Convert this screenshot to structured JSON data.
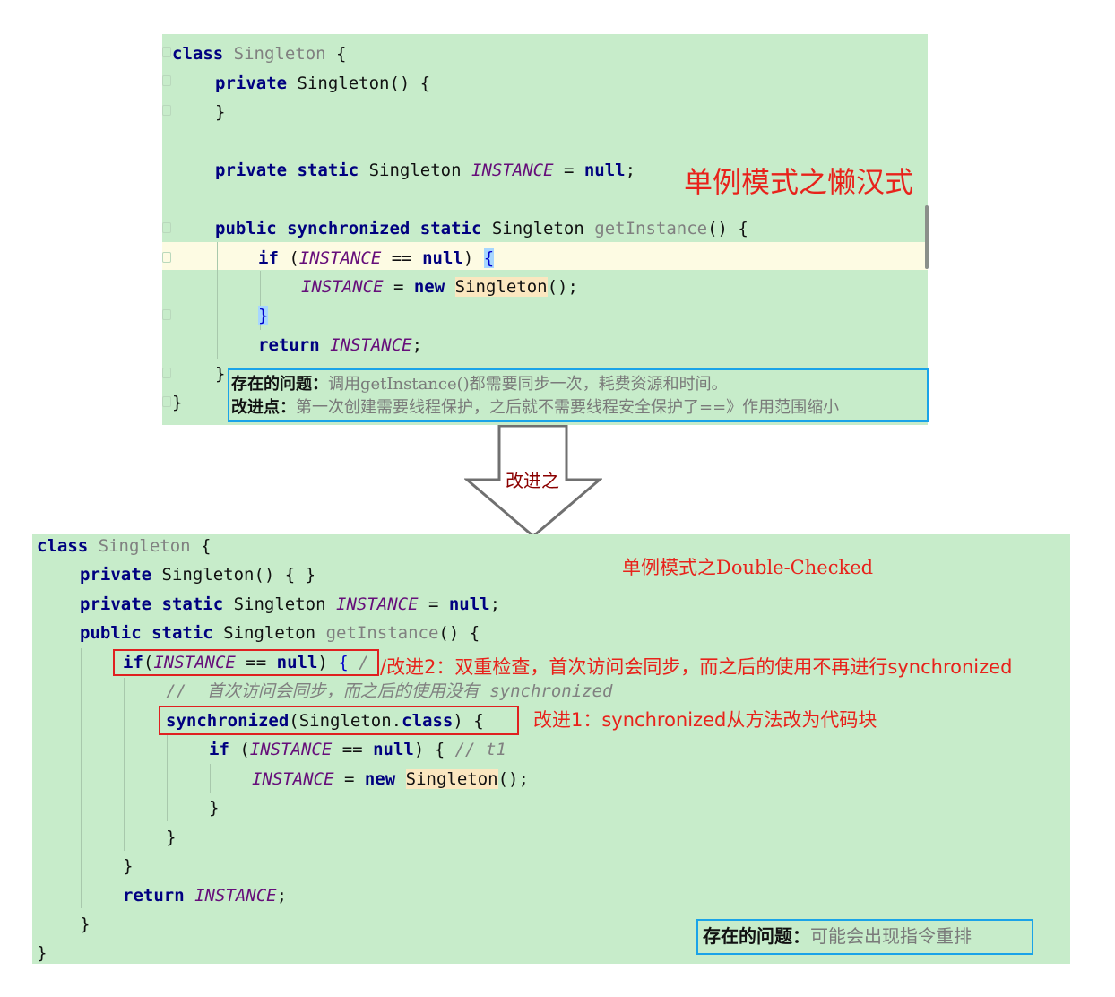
{
  "top_code": {
    "class_kw": "class",
    "class_name": "Singleton",
    "open_brace": " {",
    "private_kw": "private",
    "ctor_sig": " Singleton() {",
    "ctor_close": "}",
    "field_mods": "private static",
    "field_type": " Singleton ",
    "field_name": "INSTANCE",
    "field_eq": " = ",
    "field_null": "null",
    "semicolon": ";",
    "method_mods": "public synchronized static",
    "method_type": " Singleton ",
    "method_name": "getInstance",
    "method_paren": "() {",
    "if_kw": "if",
    "if_open": " (",
    "if_field": "INSTANCE",
    "if_eq": " == ",
    "if_null": "null",
    "if_close": ") ",
    "if_brace": "{",
    "assign_field": "INSTANCE",
    "assign_eq": " = ",
    "new_kw": "new",
    "new_ctor": "Singleton",
    "new_end": "();",
    "close_if": "}",
    "return_kw": "return",
    "return_field": "INSTANCE",
    "method_close": "}",
    "class_close": "}"
  },
  "top_title": "单例模式之懒汉式",
  "top_note": {
    "problem_label": "存在的问题：",
    "problem_text": "调用getInstance()都需要同步一次，耗费资源和时间。",
    "improve_label": "改进点：",
    "improve_text": "第一次创建需要线程保护，之后就不需要线程安全保护了==》作用范围缩小"
  },
  "arrow_label": "改进之",
  "bottom_title": "单例模式之Double-Checked",
  "bottom_code": {
    "class_kw": "class",
    "class_name": "Singleton",
    "open_brace": " {",
    "ctor_kw": "private",
    "ctor_sig": " Singleton() { }",
    "field_mods": "private static",
    "field_type": " Singleton ",
    "field_name": "INSTANCE",
    "field_eq": " = ",
    "field_null": "null",
    "semicolon": ";",
    "method_mods": "public static",
    "method_type": " Singleton ",
    "method_name": "getInstance",
    "method_paren": "() {",
    "if_kw": "if",
    "if_open": "(",
    "if_field": "INSTANCE",
    "if_eq": " == ",
    "if_null": "null",
    "if_close": ") ",
    "if_brace": "{ ",
    "if_comment_slash": "/",
    "comment_line": "//  首次访问会同步，而之后的使用没有 synchronized",
    "sync_kw": "synchronized",
    "sync_args": "(Singleton.",
    "sync_class_kw": "class",
    "sync_close": ") {",
    "inner_if_kw": "if",
    "inner_if_open": " (",
    "inner_if_field": "INSTANCE",
    "inner_if_eq": " == ",
    "inner_if_null": "null",
    "inner_if_close": ") { ",
    "inner_comment": "// t1",
    "assign_field": "INSTANCE",
    "assign_eq": " = ",
    "new_kw": "new",
    "new_ctor": "Singleton",
    "new_end": "();",
    "close1": "}",
    "close2": "}",
    "close3": "}",
    "return_kw": "return",
    "return_field": "INSTANCE",
    "method_close": "}",
    "class_close": "}"
  },
  "notes": {
    "improve2": "/改进2：双重检查，首次访问会同步，而之后的使用不再进行synchronized",
    "improve1": "改进1：synchronized从方法改为代码块"
  },
  "bottom_problem": {
    "label": "存在的问题：",
    "text": "可能会出现指令重排"
  },
  "colors": {
    "panel_bg": "#c7ecca",
    "keyword": "#000080",
    "field": "#660e7a",
    "note_red": "#e8221b",
    "box_blue": "#1aa3e8",
    "box_red": "#e02020"
  }
}
